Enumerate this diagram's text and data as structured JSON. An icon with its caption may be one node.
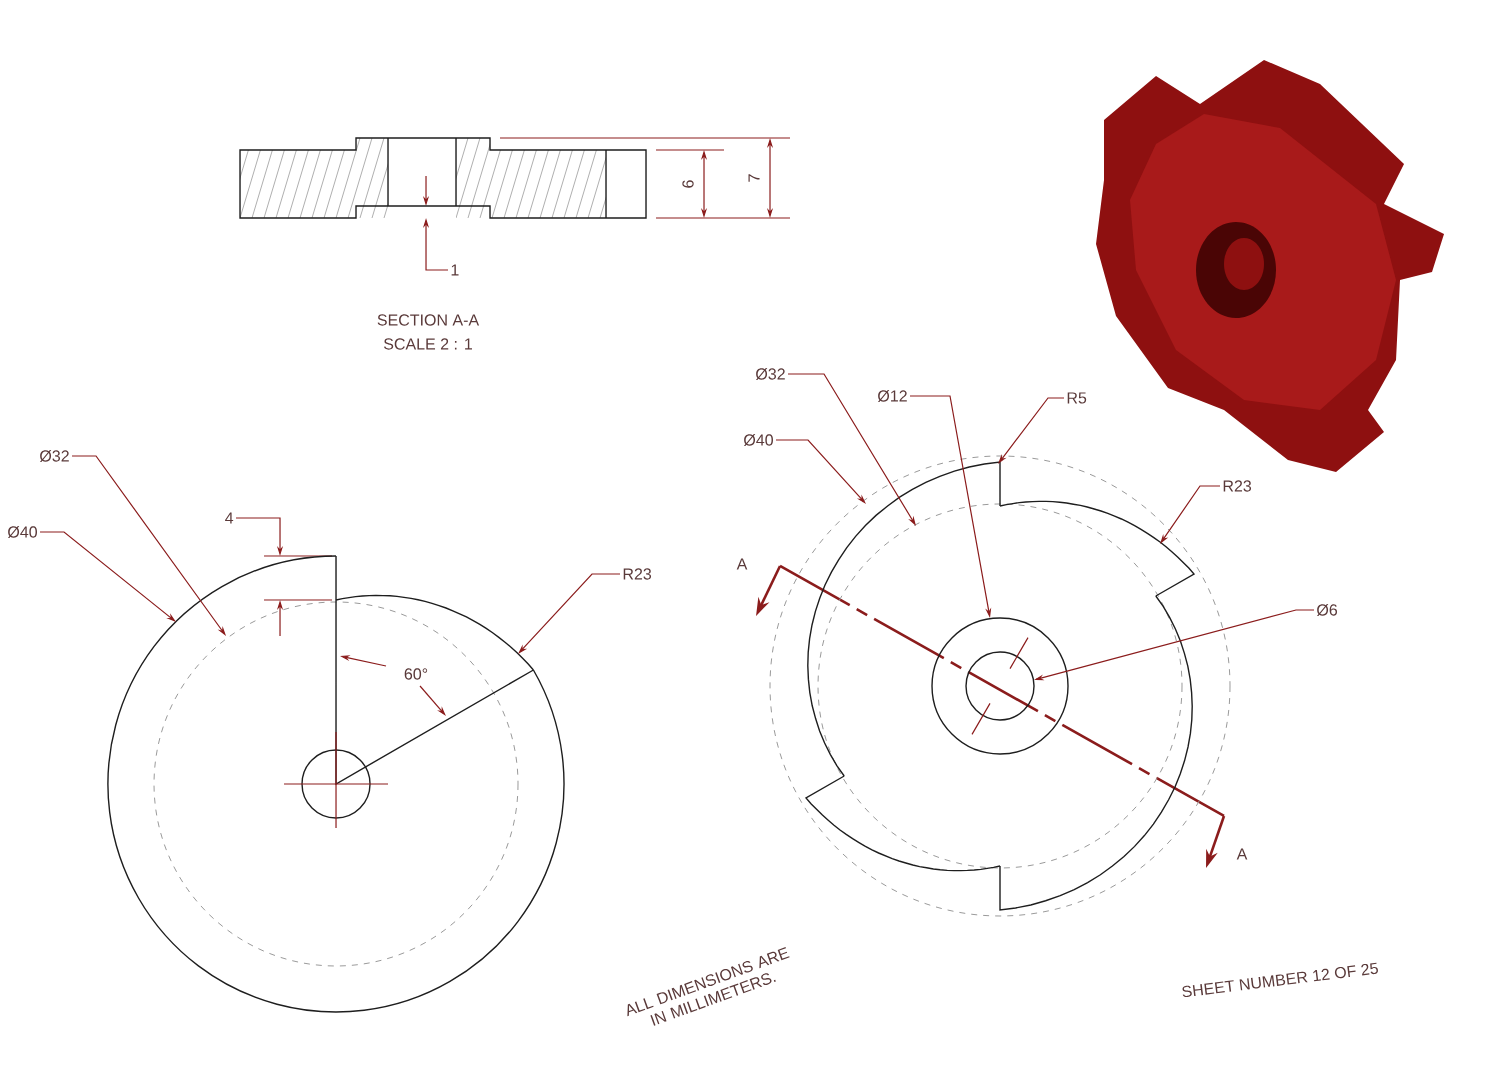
{
  "diagram": {
    "nodes": [
      {
        "text": [
          "1"
        ]
      },
      {
        "text": [
          "Ø32"
        ]
      },
      {
        "text": [
          "Ø40"
        ]
      },
      {
        "text": [
          "4"
        ]
      },
      {
        "text": [
          "R23"
        ]
      },
      {
        "text": [
          "Ø32"
        ]
      },
      {
        "text": [
          "Ø40"
        ]
      },
      {
        "text": [
          "Ø12"
        ]
      },
      {
        "text": [
          "R5"
        ]
      },
      {
        "text": [
          "R23"
        ]
      },
      {
        "text": [
          "Ø6"
        ]
      },
      {
        "text": [],
        "shape": "picture"
      },
      {
        "text": [],
        "shape": "picture"
      },
      {
        "text": [],
        "shape": "picture"
      }
    ],
    "edges": [
      {
        "from": 0,
        "to": 11,
        "arrow": "to"
      },
      {
        "from": 1,
        "to": 12,
        "arrow": "to"
      },
      {
        "from": 2,
        "to": 12,
        "arrow": "to"
      },
      {
        "from": 3,
        "to": 12,
        "arrow": "to"
      },
      {
        "from": 4,
        "to": 12,
        "arrow": "to"
      },
      {
        "from": 5,
        "to": 13,
        "arrow": "to"
      },
      {
        "from": 6,
        "to": 13,
        "arrow": "to"
      },
      {
        "from": 7,
        "to": 13,
        "arrow": "to"
      },
      {
        "from": 8,
        "to": 13,
        "arrow": "to"
      },
      {
        "from": 9,
        "to": 13,
        "arrow": "to"
      },
      {
        "from": 10,
        "to": 13,
        "arrow": "to"
      }
    ],
    "labels": [
      "6",
      "7",
      "SECTION A-A",
      "SCALE 2 : 1",
      "60°",
      "A",
      "A",
      "ALL DIMENSIONS ARE IN MILLIMETERS.",
      "SHEET NUMBER 12 OF 25"
    ]
  }
}
